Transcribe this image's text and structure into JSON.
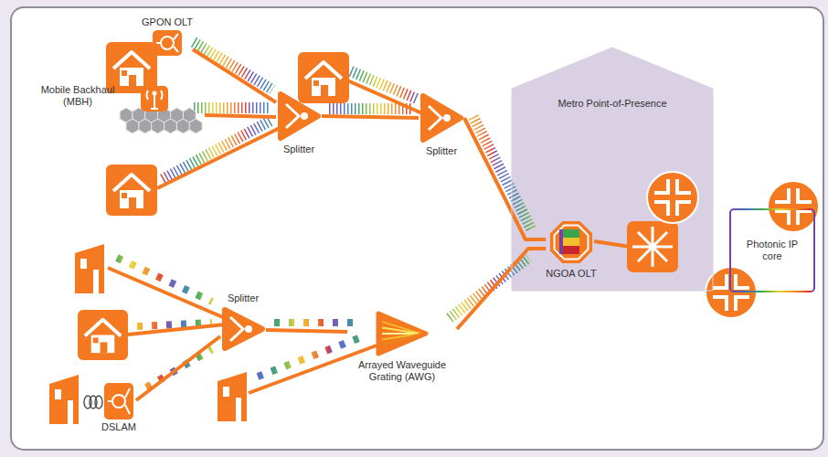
{
  "diagram": {
    "nodes": [
      {
        "text": [
          "GPON OLT"
        ]
      },
      {
        "text": [
          "Mobile Backhaul (MBH)"
        ]
      },
      {
        "text": [
          "Splitter"
        ]
      },
      {
        "text": [
          "Splitter"
        ]
      },
      {
        "text": [
          "Metro Point-of-Presence"
        ]
      },
      {
        "text": [
          "NGOA OLT"
        ],
        "in": 4
      },
      {
        "text": [
          "Photonic IP core"
        ]
      },
      {
        "text": [
          "Splitter"
        ]
      },
      {
        "text": [
          "Arrayed Waveguide Grating (AWG)"
        ]
      },
      {
        "text": [
          "DSLAM"
        ]
      }
    ],
    "edges": [
      {
        "from": 0,
        "to": 2,
        "arrow": "none"
      },
      {
        "from": 1,
        "to": 2,
        "arrow": "none"
      },
      {
        "from": 2,
        "to": 3,
        "arrow": "none"
      },
      {
        "from": 3,
        "to": 5,
        "arrow": "none"
      },
      {
        "from": 9,
        "to": 7,
        "arrow": "none"
      },
      {
        "from": 7,
        "to": 8,
        "arrow": "none"
      },
      {
        "from": 8,
        "to": 5,
        "arrow": "none"
      }
    ]
  }
}
